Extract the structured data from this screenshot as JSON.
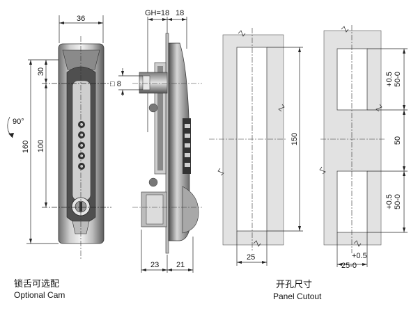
{
  "dimensions": {
    "width_36": "36",
    "gh18": "GH=18",
    "d18": "18",
    "d30": "30",
    "d100": "100",
    "d160": "160",
    "d90": "90°",
    "sq8": "□ 8",
    "d23": "23",
    "d21": "21",
    "d25_cutout": "25",
    "d150": "150",
    "tol_a_top": "+0.5",
    "tol_a_bot": "50-0",
    "d50_mid": "50",
    "tol_b_top": "+0.5",
    "tol_b_bot": "50-0",
    "tol_c_top": "+0.5",
    "tol_c_bot": "25-0"
  },
  "captions": {
    "optional_cam_cn": "锁舌可选配",
    "optional_cam_en": "Optional Cam",
    "panel_cutout_cn": "开孔尺寸",
    "panel_cutout_en": "Panel Cutout"
  },
  "colors": {
    "panel": "#e2e2e2",
    "body_dark": "#5a5a5a",
    "body_mid": "#9a9a9a",
    "body_light": "#d4d4d4",
    "line": "#222222"
  }
}
